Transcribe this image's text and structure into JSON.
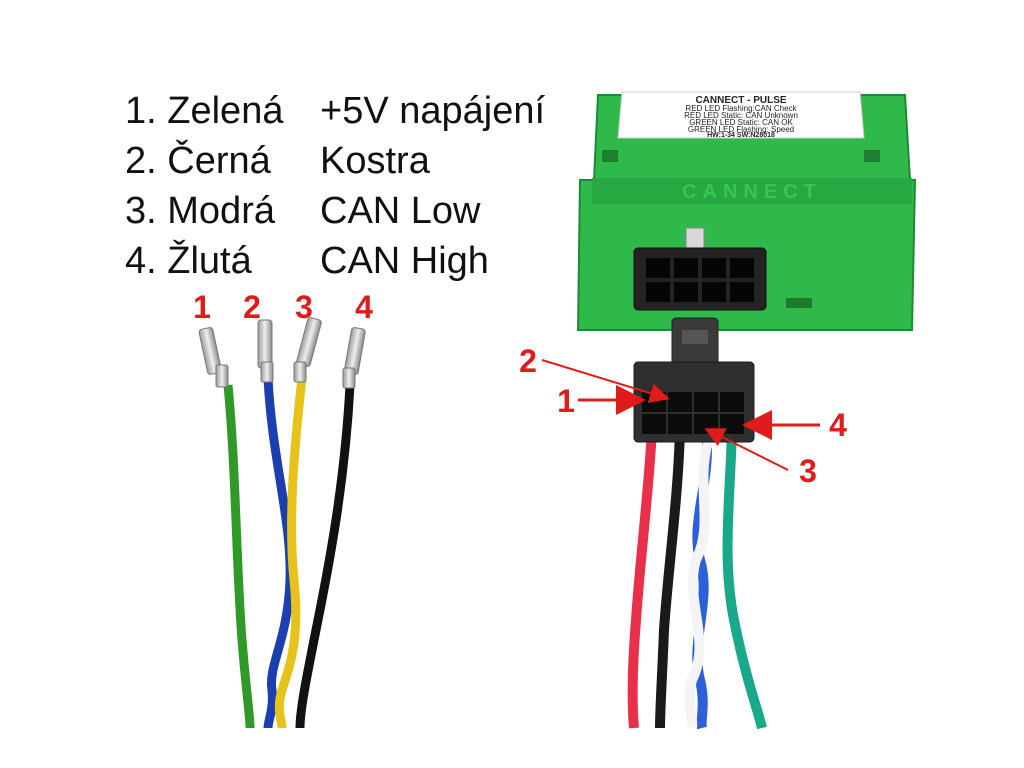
{
  "legend": [
    {
      "number": "1.",
      "color_name": "Zelená",
      "function": "+5V napájení"
    },
    {
      "number": "2.",
      "color_name": "Černá",
      "function": "Kostra"
    },
    {
      "number": "3.",
      "color_name": "Modrá",
      "function": "CAN Low"
    },
    {
      "number": "4.",
      "color_name": "Žlutá",
      "function": "CAN High"
    }
  ],
  "loose_wires": {
    "labels": [
      "1",
      "2",
      "3",
      "4"
    ],
    "colors": [
      "#2f9a2a",
      "#1c3fb0",
      "#e6c21a",
      "#111111"
    ]
  },
  "module": {
    "label_lines": [
      "CANNECT - PULSE",
      "RED LED Flashing:CAN Check",
      "RED LED Static: CAN Unknown",
      "GREEN LED Static: CAN OK",
      "GREEN LED Flashing: Speed",
      "HW:1-34 SW:N28018"
    ],
    "body_color": "#2fb94a",
    "embossed_text": "CANNECT"
  },
  "connector": {
    "callouts": [
      "1",
      "2",
      "3",
      "4"
    ],
    "wire_colors": [
      "#e8304a",
      "#1a1a1a",
      "#2c5fd8",
      "#1aa88a"
    ],
    "callout_color": "#e01b1b"
  }
}
